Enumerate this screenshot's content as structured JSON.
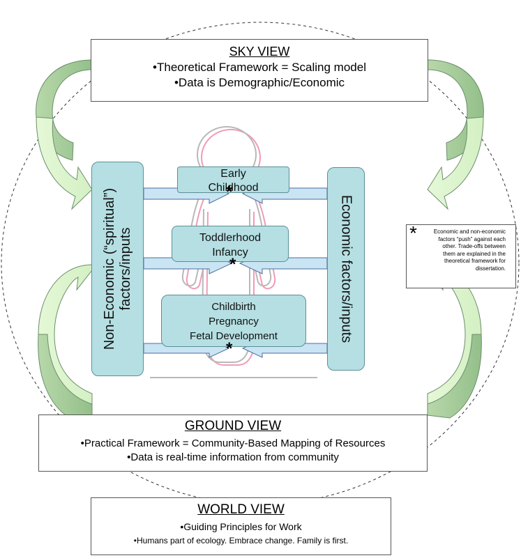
{
  "sky_view": {
    "title": "SKY VIEW",
    "line1": "•Theoretical Framework = Scaling model",
    "line2": "•Data is Demographic/Economic"
  },
  "ground_view": {
    "title": "GROUND VIEW",
    "line1": "•Practical Framework  = Community-Based Mapping of Resources",
    "line2": "•Data is real-time information from community"
  },
  "world_view": {
    "title": "WORLD VIEW",
    "line1": "•Guiding Principles for Work",
    "line2": "•Humans part of ecology.  Embrace change.  Family is first."
  },
  "left_column": {
    "label": "Non-Economic (“spiritual”) factors/inputs"
  },
  "right_column": {
    "label": "Economic factors/inputs"
  },
  "stages": {
    "early": {
      "line1": "Early",
      "line2": "Childhood"
    },
    "toddler": {
      "line1": "Toddlerhood",
      "line2": "Infancy"
    },
    "birth": {
      "line1": "Childbirth",
      "line2": "Pregnancy",
      "line3": "Fetal Development"
    }
  },
  "asterisk": "*",
  "note": {
    "symbol": "*",
    "text": "Economic and non-economic factors “push” against each other. Trade-offs between them are explained in the theoretical framework for dissertation."
  },
  "colors": {
    "arrow_green_light": "#e3f7d5",
    "arrow_green_dark": "#a6cc9c",
    "teal_fill": "#b5dfe3",
    "arrow_blue": "#c9e4f3"
  }
}
